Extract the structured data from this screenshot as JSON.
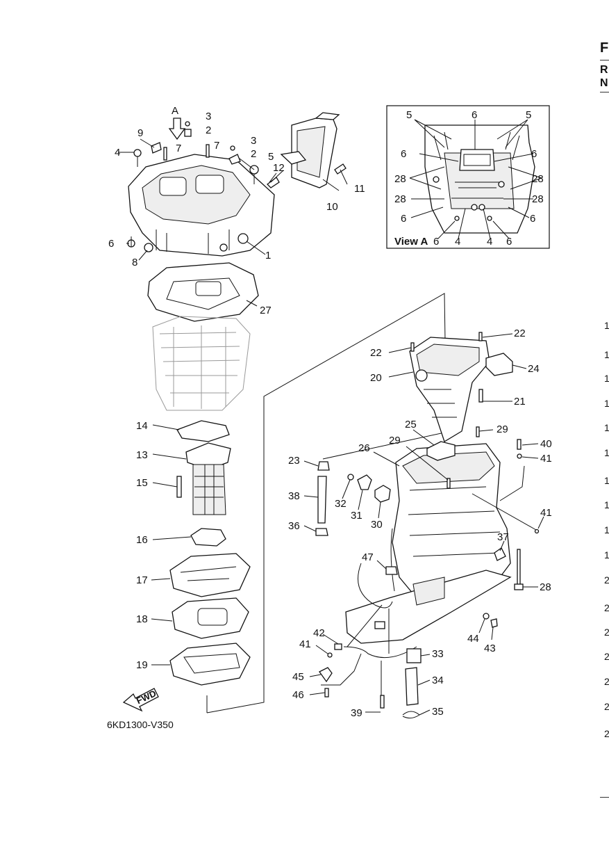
{
  "edge": {
    "letters": [
      "F",
      "R",
      "N"
    ],
    "numbers": [
      "1",
      "1",
      "1",
      "1",
      "1",
      "1",
      "1",
      "1",
      "1",
      "1",
      "2",
      "2",
      "2",
      "2",
      "2",
      "2",
      "2"
    ]
  },
  "view_label": "View A",
  "arrow_a": "A",
  "fwd_label": "FWD",
  "drawing_code": "6KD1300-V350",
  "callouts": {
    "c1": "1",
    "c2a": "2",
    "c2b": "2",
    "c3a": "3",
    "c3b": "3",
    "c4": "4",
    "c5": "5",
    "c6": "6",
    "c7a": "7",
    "c7b": "7",
    "c8": "8",
    "c9": "9",
    "c10": "10",
    "c11": "11",
    "c12": "12",
    "c13": "13",
    "c14": "14",
    "c15": "15",
    "c16": "16",
    "c17": "17",
    "c18": "18",
    "c19": "19",
    "c20": "20",
    "c21": "21",
    "c22a": "22",
    "c22b": "22",
    "c23": "23",
    "c24": "24",
    "c25": "25",
    "c26": "26",
    "c27": "27",
    "c28": "28",
    "c29a": "29",
    "c29b": "29",
    "c30": "30",
    "c31": "31",
    "c32": "32",
    "c33": "33",
    "c34": "34",
    "c35": "35",
    "c36": "36",
    "c37": "37",
    "c38": "38",
    "c39": "39",
    "c40": "40",
    "c41a": "41",
    "c41b": "41",
    "c41c": "41",
    "c42": "42",
    "c43": "43",
    "c44": "44",
    "c45": "45",
    "c46": "46",
    "c47": "47"
  },
  "view_callouts": {
    "v5a": "5",
    "v6top": "6",
    "v5b": "5",
    "v6l": "6",
    "v6r": "6",
    "v28l": "28",
    "v28r": "28",
    "v28l2": "28",
    "v28r2": "28",
    "v6bl": "6",
    "v6br": "6",
    "v6b1": "6",
    "v4a": "4",
    "v4b": "4",
    "v6b2": "6"
  }
}
